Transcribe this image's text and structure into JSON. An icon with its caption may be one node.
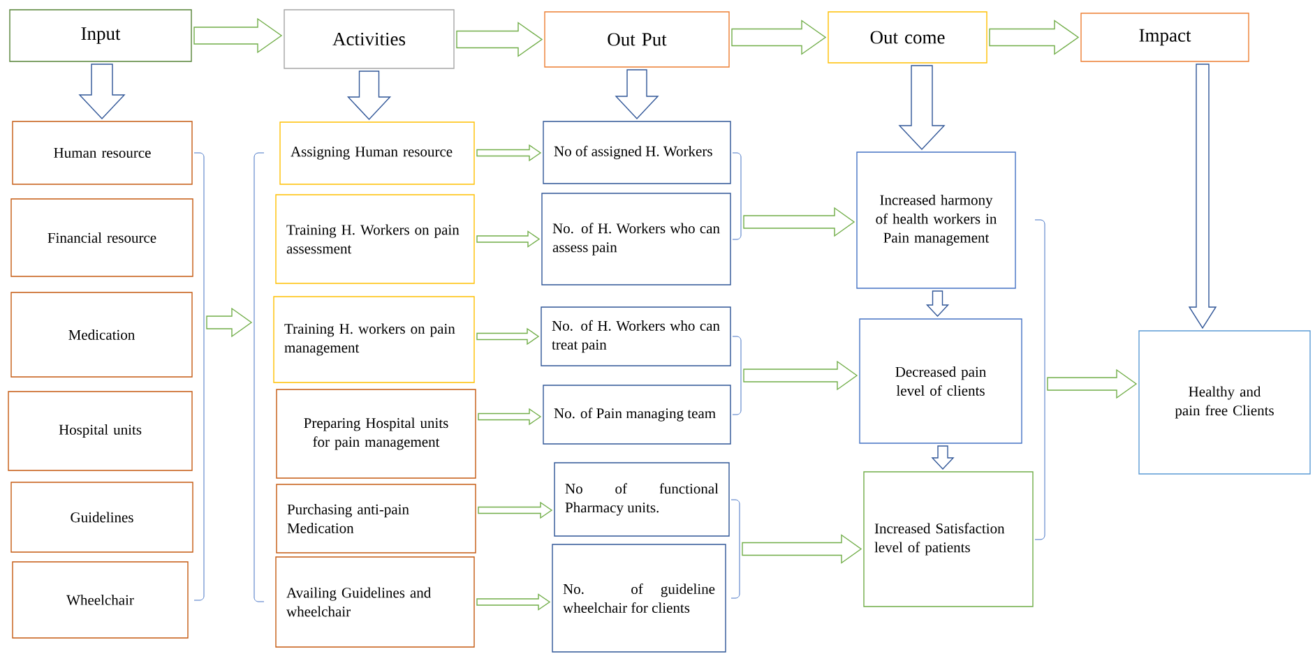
{
  "diagram": {
    "nodes": [
      {
        "text": [
          "Input"
        ]
      },
      {
        "text": [
          "Activities"
        ]
      },
      {
        "text": [
          "Out Put"
        ]
      },
      {
        "text": [
          "Out come"
        ]
      },
      {
        "text": [
          "Impact"
        ]
      },
      {
        "text": [
          "Human resource"
        ]
      },
      {
        "text": [
          "Financial resource"
        ]
      },
      {
        "text": [
          "Medication"
        ]
      },
      {
        "text": [
          "Hospital units"
        ]
      },
      {
        "text": [
          "Guidelines"
        ]
      },
      {
        "text": [
          "Wheelchair"
        ]
      },
      {
        "text": [
          "Assigning Human resource"
        ]
      },
      {
        "text": [
          "Training H. Workers on pain assessment"
        ]
      },
      {
        "text": [
          "Training H. workers on pain management"
        ]
      },
      {
        "text": [
          "Preparing Hospital units for pain management"
        ]
      },
      {
        "text": [
          "Purchasing anti-pain Medication"
        ]
      },
      {
        "text": [
          "Availing Guidelines and wheelchair"
        ]
      },
      {
        "text": [
          "No of assigned H. Workers"
        ]
      },
      {
        "text": [
          "No. of H. Workers who can assess pain"
        ]
      },
      {
        "text": [
          "No. of H. Workers who can treat pain"
        ]
      },
      {
        "text": [
          "No. of Pain managing team"
        ]
      },
      {
        "text": [
          "No of functional Pharmacy units."
        ]
      },
      {
        "text": [
          "No. of guideline wheelchair for clients"
        ]
      },
      {
        "text": [
          "Increased harmony of health workers in Pain management"
        ]
      },
      {
        "text": [
          "Decreased pain level of clients"
        ]
      },
      {
        "text": [
          "Increased Satisfaction level of patients"
        ]
      },
      {
        "text": [
          "Healthy and pain free Clients"
        ]
      },
      {
        "text": [],
        "shape": "bracket"
      },
      {
        "text": [],
        "shape": "bracket"
      },
      {
        "text": [],
        "shape": "bracket"
      },
      {
        "text": [],
        "shape": "bracket"
      },
      {
        "text": [],
        "shape": "bracket"
      },
      {
        "text": [],
        "shape": "bracket"
      }
    ],
    "edges": [
      {
        "from": 0,
        "to": 1,
        "arrow": "to"
      },
      {
        "from": 1,
        "to": 2,
        "arrow": "to"
      },
      {
        "from": 2,
        "to": 3,
        "arrow": "to"
      },
      {
        "from": 3,
        "to": 4,
        "arrow": "to"
      },
      {
        "from": 0,
        "to": 5,
        "arrow": "to",
        "color": "#2f5597"
      },
      {
        "from": 1,
        "to": 11,
        "arrow": "to",
        "color": "#2f5597"
      },
      {
        "from": 2,
        "to": 17,
        "arrow": "to",
        "color": "#2f5597"
      },
      {
        "from": 3,
        "to": 23,
        "arrow": "to",
        "color": "#2f5597"
      },
      {
        "from": 4,
        "to": 26,
        "arrow": "to",
        "color": "#2f5597"
      },
      {
        "from": 27,
        "to": 28,
        "arrow": "to"
      },
      {
        "from": 11,
        "to": 17,
        "arrow": "to"
      },
      {
        "from": 12,
        "to": 18,
        "arrow": "to"
      },
      {
        "from": 13,
        "to": 19,
        "arrow": "to"
      },
      {
        "from": 14,
        "to": 20,
        "arrow": "to"
      },
      {
        "from": 15,
        "to": 21,
        "arrow": "to"
      },
      {
        "from": 16,
        "to": 22,
        "arrow": "to"
      },
      {
        "from": 29,
        "to": 23,
        "arrow": "to"
      },
      {
        "from": 30,
        "to": 24,
        "arrow": "to"
      },
      {
        "from": 31,
        "to": 25,
        "arrow": "to"
      },
      {
        "from": 23,
        "to": 24,
        "arrow": "to",
        "color": "#2f5597"
      },
      {
        "from": 24,
        "to": 25,
        "arrow": "to",
        "color": "#2f5597"
      },
      {
        "from": 32,
        "to": 26,
        "arrow": "to"
      }
    ]
  }
}
